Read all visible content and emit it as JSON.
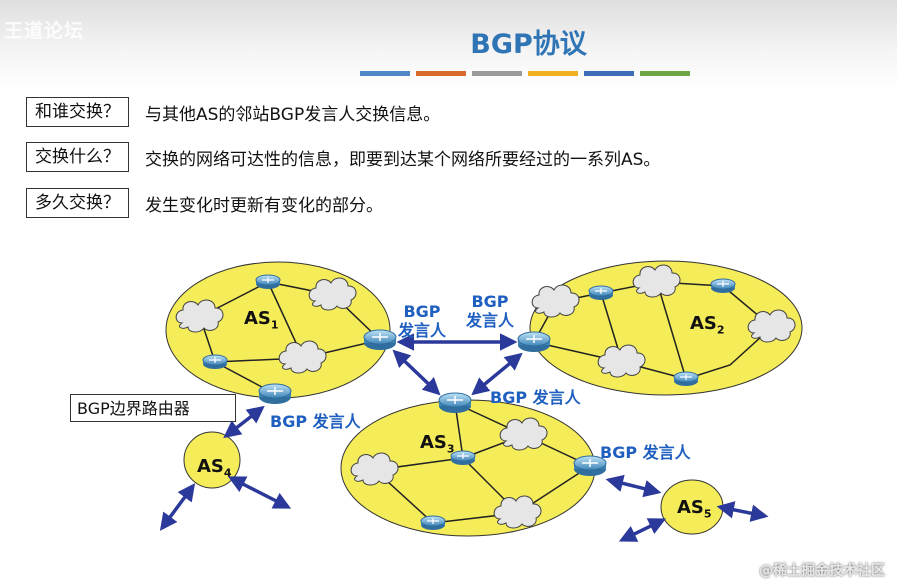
{
  "watermark": "王道论坛",
  "title": "BGP协议",
  "title_bar_colors": [
    "#4f87c7",
    "#d86a2c",
    "#9a9a9a",
    "#f0b020",
    "#3d6fb8",
    "#6ea544"
  ],
  "qa": [
    {
      "question": "和谁交换？",
      "answer": "与其他AS的邻站BGP发言人交换信息。"
    },
    {
      "question": "交换什么？",
      "answer": "交换的网络可达性的信息，即要到达某个网络所要经过的一系列AS。"
    },
    {
      "question": "多久交换？",
      "answer": "发生变化时更新有变化的部分。"
    }
  ],
  "diagram": {
    "as_prefix": "AS",
    "as1_sub": "1",
    "as2_sub": "2",
    "as3_sub": "3",
    "as4_sub": "4",
    "as5_sub": "5",
    "bgp_line1": "BGP",
    "bgp_line2": "发言人",
    "bgp_speaker": "BGP 发言人",
    "border_router_label": "BGP边界路由器",
    "as_fill": "#f5ec5a",
    "arrow_color": "#2b3a9a",
    "label_color": "#1f5fbf"
  },
  "credit": "@稀土掘金技术社区"
}
